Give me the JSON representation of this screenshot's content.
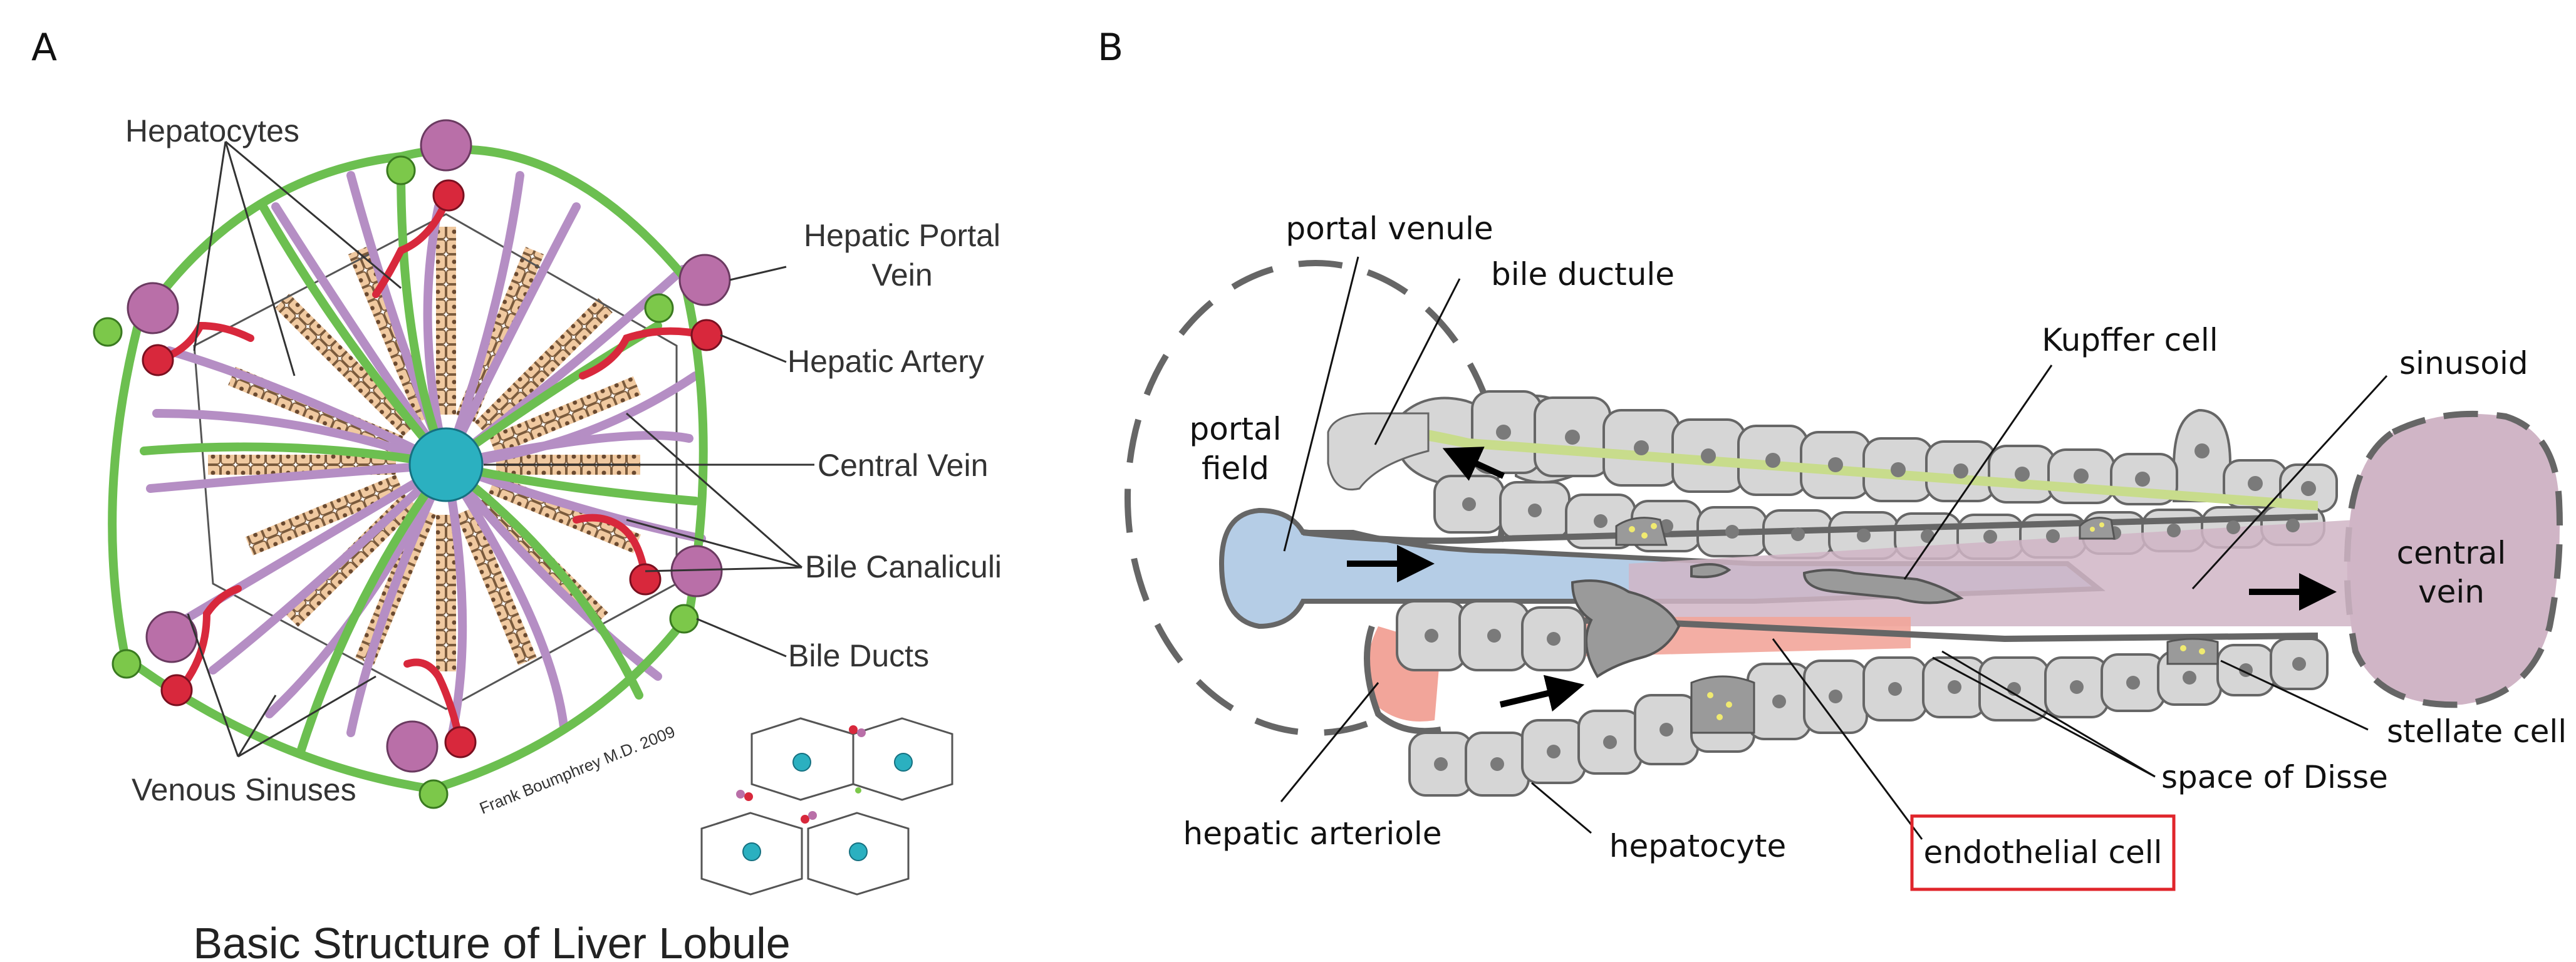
{
  "panels": {
    "a": "A",
    "b": "B"
  },
  "lobule": {
    "title": "Basic Structure of Liver Lobule",
    "signature": "Frank Boumphrey M.D. 2009",
    "labels": {
      "hepatocytes": "Hepatocytes",
      "portal_vein_1": "Hepatic Portal",
      "portal_vein_2": "Vein",
      "artery": "Hepatic Artery",
      "central_vein": "Central Vein",
      "canaliculi": "Bile Canaliculi",
      "ducts": "Bile Ducts",
      "sinuses": "Venous Sinuses"
    },
    "colors": {
      "sinusoid": "#b58ec4",
      "bile_duct": "#6cbf50",
      "artery": "#d8283c",
      "portal_vein": "#b96fa8",
      "central_vein": "#2bb0c0",
      "hepatocyte": "#f0c9a0"
    }
  },
  "sinusoid_diagram": {
    "labels": {
      "portal_venule": "portal venule",
      "bile_ductule": "bile ductule",
      "portal_field_1": "portal",
      "portal_field_2": "field",
      "kupffer": "Kupffer cell",
      "sinusoid": "sinusoid",
      "central_vein_1": "central",
      "central_vein_2": "vein",
      "stellate": "stellate cell",
      "disse": "space of Disse",
      "endothelial": "endothelial cell",
      "hepatocyte": "hepatocyte",
      "arteriole": "hepatic arteriole"
    },
    "highlight_color": "#e0252b"
  }
}
